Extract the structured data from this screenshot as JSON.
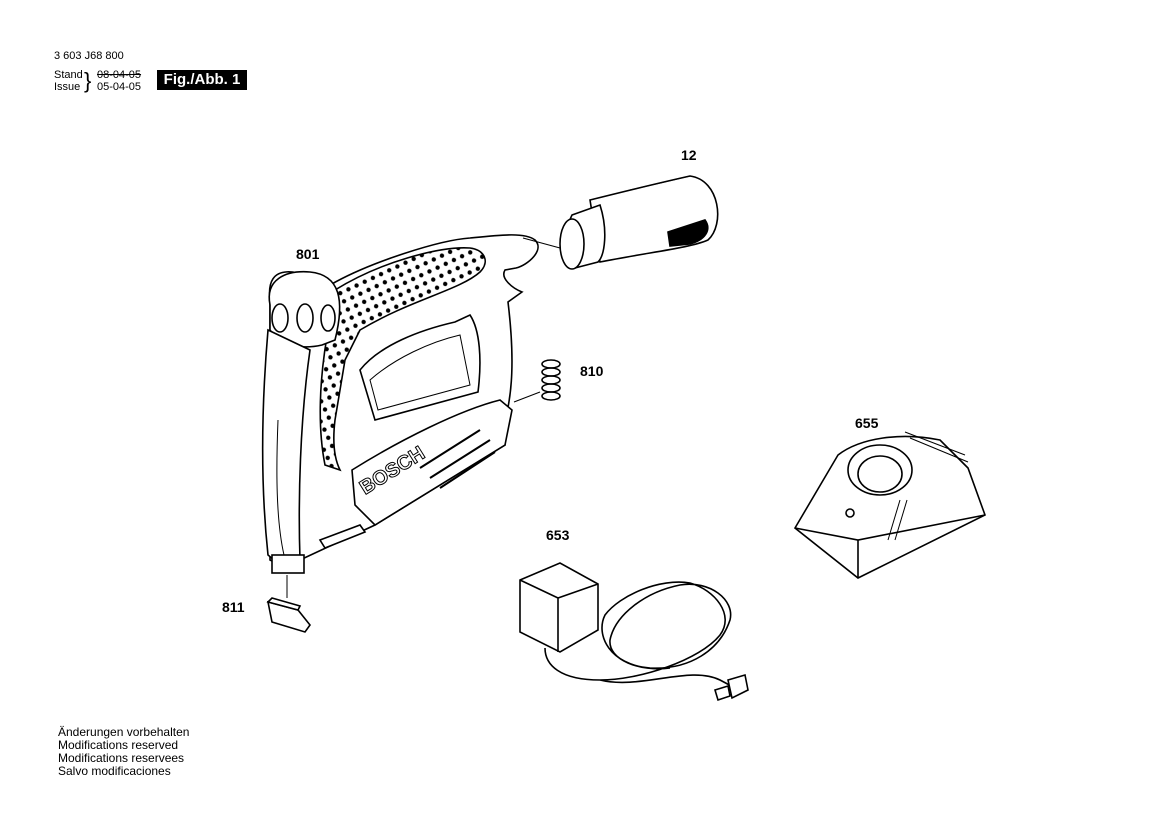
{
  "header": {
    "doc_number": "3 603 J68 800",
    "stand_label": "Stand",
    "issue_label": "Issue",
    "stand_date": "08-04-05",
    "issue_date": "05-04-05",
    "figure_label": "Fig./Abb. 1"
  },
  "parts": [
    {
      "id": "12",
      "name": "battery-pack"
    },
    {
      "id": "801",
      "name": "tacker-housing"
    },
    {
      "id": "810",
      "name": "spring"
    },
    {
      "id": "811",
      "name": "nose-cap"
    },
    {
      "id": "653",
      "name": "power-adapter"
    },
    {
      "id": "655",
      "name": "charger-base"
    }
  ],
  "brand_text": "BOSCH",
  "footer": {
    "lines": [
      "Änderungen vorbehalten",
      "Modifications reserved",
      "Modifications reservees",
      "Salvo modificaciones"
    ]
  }
}
